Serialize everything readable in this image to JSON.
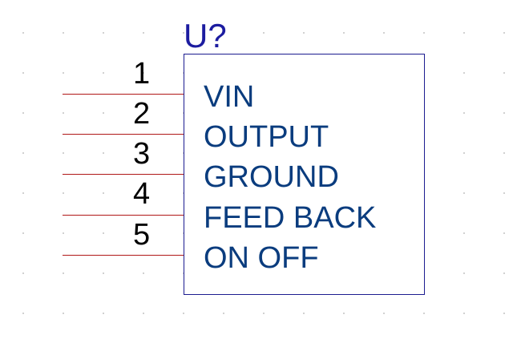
{
  "component": {
    "designator": "U?",
    "pins": [
      {
        "number": "1",
        "name": "VIN"
      },
      {
        "number": "2",
        "name": "OUTPUT"
      },
      {
        "number": "3",
        "name": "GROUND"
      },
      {
        "number": "4",
        "name": "FEED BACK"
      },
      {
        "number": "5",
        "name": "ON OFF"
      }
    ]
  },
  "colors": {
    "pin_line": "#b01818",
    "pin_name": "#0a3c7e",
    "designator": "#1c1ca0",
    "body_outline": "#1c1c90"
  }
}
